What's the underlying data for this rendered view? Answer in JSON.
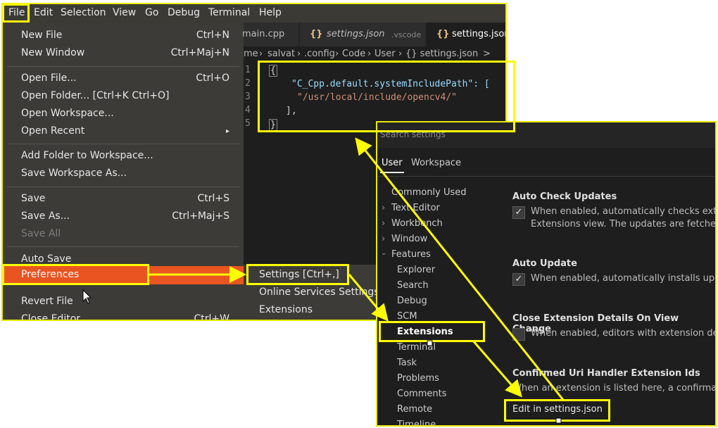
{
  "menubar": [
    "File",
    "Edit",
    "Selection",
    "View",
    "Go",
    "Debug",
    "Terminal",
    "Help"
  ],
  "file_menu": {
    "new_file": "New File",
    "new_file_sc": "Ctrl+N",
    "new_window": "New Window",
    "new_window_sc": "Ctrl+Maj+N",
    "open_file": "Open File...",
    "open_file_sc": "Ctrl+O",
    "open_folder": "Open Folder... [Ctrl+K Ctrl+O]",
    "open_workspace": "Open Workspace...",
    "open_recent": "Open Recent",
    "add_folder": "Add Folder to Workspace...",
    "save_workspace_as": "Save Workspace As...",
    "save": "Save",
    "save_sc": "Ctrl+S",
    "save_as": "Save As...",
    "save_as_sc": "Ctrl+Maj+S",
    "save_all": "Save All",
    "auto_save": "Auto Save",
    "preferences": "Preferences",
    "revert_file": "Revert File",
    "close_editor": "Close Editor",
    "close_editor_sc": "Ctrl+W"
  },
  "preferences_submenu": [
    "Settings [Ctrl+,]",
    "Online Services Settings",
    "Extensions"
  ],
  "tabs": {
    "main_cpp": "main.cpp",
    "settings_vscode": "settings.json",
    "settings_vscode_dir": ".vscode",
    "settings_json": "settings.json",
    "json_icon": "{}"
  },
  "breadcrumb": [
    "me",
    "salvat",
    ".config",
    "Code",
    "User",
    "{} settings.json",
    ">"
  ],
  "editor": {
    "line_numbers": [
      "1",
      "2",
      "3",
      "4",
      "5"
    ],
    "open_brace": "{",
    "key": "\"C_Cpp.default.systemIncludePath\": [",
    "value": "\"/usr/local/include/opencv4/\"",
    "close_bracket": "],",
    "close_brace": "}"
  },
  "settings": {
    "search_placeholder": "Search settings",
    "scope_tabs": [
      "User",
      "Workspace"
    ],
    "tree": [
      "Commonly Used",
      "Text Editor",
      "Workbench",
      "Window",
      "Features",
      "Explorer",
      "Search",
      "Debug",
      "SCM",
      "Extensions",
      "Terminal",
      "Task",
      "Problems",
      "Comments",
      "Remote",
      "Timeline"
    ],
    "auto_check_title": "Auto Check Updates",
    "auto_check_desc1": "When enabled, automatically checks extensio",
    "auto_check_desc2": "Extensions view. The updates are fetched fro",
    "auto_update_title": "Auto Update",
    "auto_update_desc": "When enabled, automatically installs updates",
    "close_details_title": "Close Extension Details On View Change",
    "close_details_desc": "When enabled, editors with extension details",
    "uri_title": "Confirmed Uri Handler Extension Ids",
    "uri_desc": "When an extension is listed here, a confirmation p",
    "edit_link": "Edit in settings.json"
  },
  "colors": {
    "highlight": "#ffff00",
    "accent": "#e95420",
    "menu_bg": "#3c3b37"
  }
}
